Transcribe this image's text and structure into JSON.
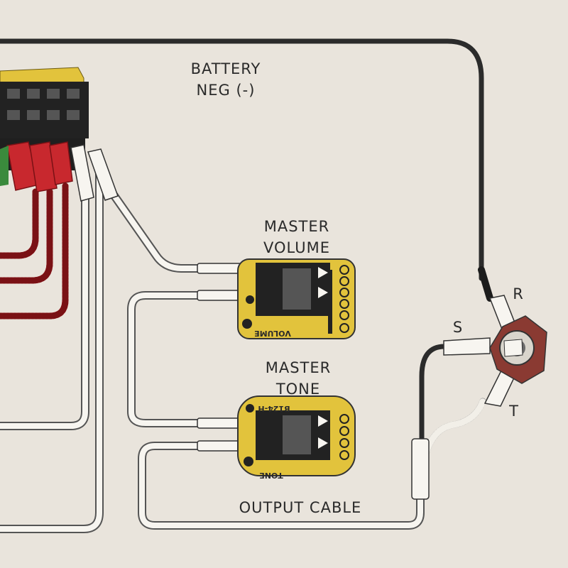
{
  "labels": {
    "battery_line1": "BATTERY",
    "battery_line2": "NEG (-)",
    "volume_line1": "MASTER",
    "volume_line2": "VOLUME",
    "tone_line1": "MASTER",
    "tone_line2": "TONE",
    "output_cable": "OUTPUT CABLE",
    "jack_r": "R",
    "jack_s": "S",
    "jack_t": "T",
    "volume_pcb": "VOLUME",
    "tone_pcb": "TONE",
    "tone_part": "B124-H"
  },
  "colors": {
    "background": "#e9e4dc",
    "wire_black": "#2b2b2b",
    "wire_white": "#f7f5f0",
    "wire_red": "#c8282e",
    "pcb_yellow": "#e2c33c",
    "connector_dark": "#232323"
  }
}
